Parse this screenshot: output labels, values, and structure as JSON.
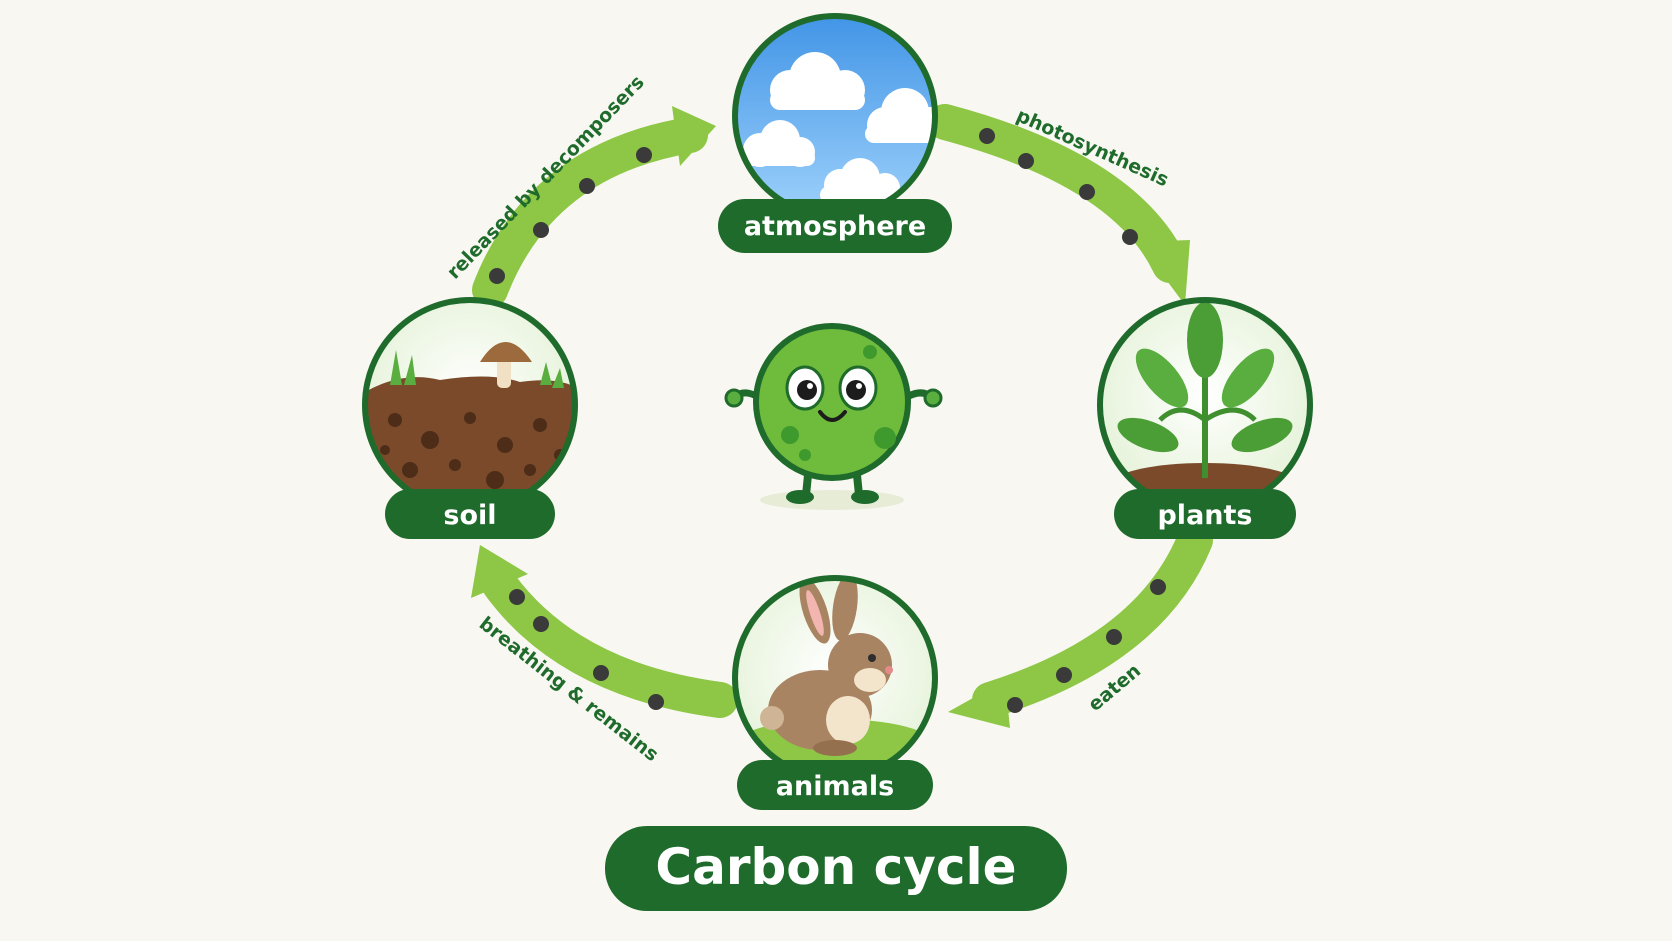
{
  "title": "Carbon cycle",
  "nodes": {
    "atmosphere": "atmosphere",
    "plants": "plants",
    "animals": "animals",
    "soil": "soil"
  },
  "edges": {
    "photosynthesis": "photosynthesis",
    "eaten": "eaten",
    "breathing_remains": "breathing & remains",
    "released_by_decomposers": "released by decomposers"
  },
  "colors": {
    "background": "#f8f7f1",
    "dark_green": "#1f6b2c",
    "arrow_green": "#8dc745",
    "dot": "#3a3a3a"
  }
}
